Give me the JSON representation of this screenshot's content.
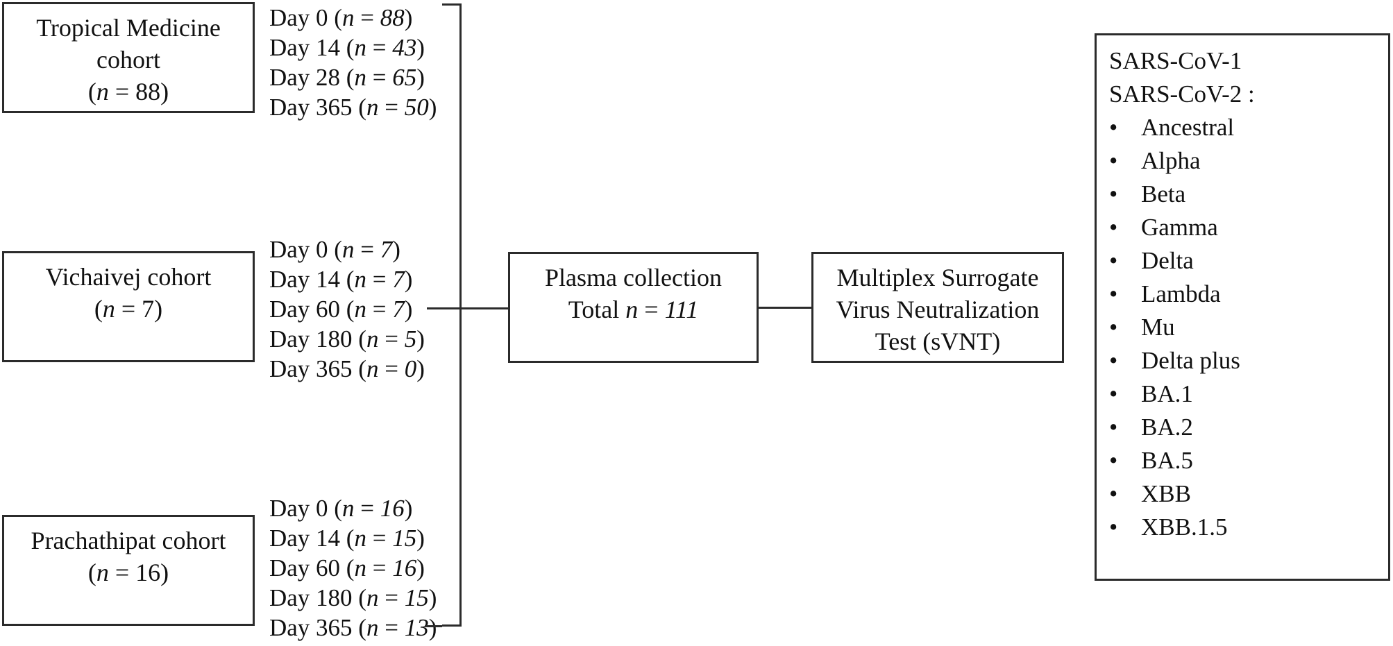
{
  "notation": {
    "n": "n",
    "eq": "=",
    "bullet": "•"
  },
  "cohorts": [
    {
      "title_lines": [
        "Tropical Medicine",
        "cohort"
      ],
      "n": "88",
      "timepoints": [
        {
          "day": "Day 0",
          "n": "88"
        },
        {
          "day": "Day 14",
          "n": "43"
        },
        {
          "day": "Day 28",
          "n": "65"
        },
        {
          "day": "Day 365",
          "n": "50"
        }
      ]
    },
    {
      "title_lines": [
        "Vichaivej cohort"
      ],
      "n": "7",
      "timepoints": [
        {
          "day": "Day 0",
          "n": "7"
        },
        {
          "day": "Day 14",
          "n": "7"
        },
        {
          "day": "Day 60",
          "n": "7"
        },
        {
          "day": "Day 180",
          "n": "5"
        },
        {
          "day": "Day 365",
          "n": "0"
        }
      ]
    },
    {
      "title_lines": [
        "Prachathipat cohort"
      ],
      "n": "16",
      "timepoints": [
        {
          "day": "Day 0",
          "n": "16"
        },
        {
          "day": "Day 14",
          "n": "15"
        },
        {
          "day": "Day 60",
          "n": "16"
        },
        {
          "day": "Day 180",
          "n": "15"
        },
        {
          "day": "Day 365",
          "n": "13"
        }
      ]
    }
  ],
  "plasma_box": {
    "line1": "Plasma collection",
    "total_label": "Total",
    "total_n": "111"
  },
  "svnt_box": {
    "lines": [
      "Multiplex Surrogate",
      "Virus Neutralization",
      "Test (sVNT)"
    ]
  },
  "panel": {
    "header_lines": [
      "SARS-CoV-1",
      "SARS-CoV-2 :"
    ],
    "variants": [
      "Ancestral",
      "Alpha",
      "Beta",
      "Gamma",
      "Delta",
      "Lambda",
      "Mu",
      "Delta plus",
      "BA.1",
      "BA.2",
      "BA.5",
      "XBB",
      "XBB.1.5"
    ]
  }
}
